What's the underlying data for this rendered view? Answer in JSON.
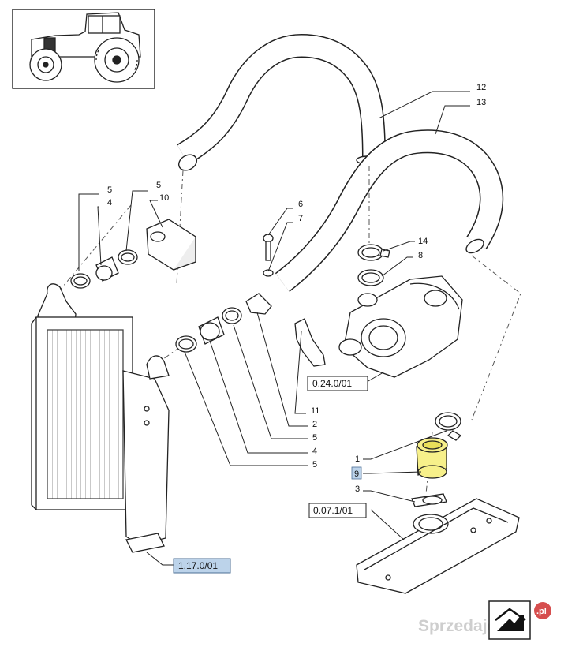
{
  "callouts": {
    "c12": "12",
    "c13": "13",
    "c5_left_a": "5",
    "c4_left": "4",
    "c5_left_b": "5",
    "c10": "10",
    "c6": "6",
    "c7": "7",
    "c14": "14",
    "c8": "8",
    "c11": "11",
    "c2": "2",
    "c5_mid_a": "5",
    "c4_mid": "4",
    "c5_mid_b": "5",
    "c1": "1",
    "c9": "9",
    "c3": "3"
  },
  "references": {
    "turbo_ref": "0.24.0/01",
    "manifold_ref": "0.07.1/01",
    "intercooler_ref": "1.17.0/01"
  },
  "watermark": {
    "text": "Sprzedajemy",
    "suffix": ".pl"
  },
  "colors": {
    "highlight_part": "#f7f08a",
    "highlight_ref": "#bcd3ea",
    "line": "#222222"
  },
  "icons": {
    "thumbnail": "tractor-icon",
    "nav": "return-home-icon"
  }
}
